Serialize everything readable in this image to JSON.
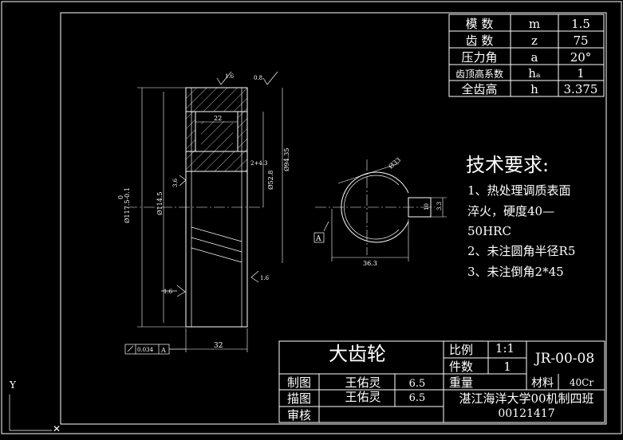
{
  "gear_params": [
    {
      "name": "模 数",
      "symbol": "m",
      "value": "1.5"
    },
    {
      "name": "齿 数",
      "symbol": "z",
      "value": "75"
    },
    {
      "name": "压力角",
      "symbol": "a",
      "value": "20°"
    },
    {
      "name": "齿顶高系数",
      "symbol": "hₐ",
      "value": "1"
    },
    {
      "name": "全齿高",
      "symbol": "h",
      "value": "3.375"
    }
  ],
  "tech_req": {
    "title": "技术要求:",
    "lines": [
      "1、热处理调质表面",
      "淬火，硬度40—",
      "50HRC",
      "2、未注圆角半径R5",
      "3、未注倒角2*45"
    ]
  },
  "title_block": {
    "part_name": "大齿轮",
    "scale_label": "比例",
    "scale_value": "1:1",
    "qty_label": "件数",
    "qty_value": "1",
    "weight_label": "重量",
    "drawing_no": "JR-00-08",
    "material_label": "材料",
    "material_value": "40Cr",
    "drafted_label": "制图",
    "drafted_name": "王佑灵",
    "drafted_date": "6.5",
    "traced_label": "描图",
    "traced_name": "王佑灵",
    "traced_date": "6.5",
    "review_label": "审核",
    "school": "湛江海洋大学00机制四班",
    "student_id": "00121417"
  },
  "dims": {
    "width_22": "22",
    "width_32": "32",
    "keyway_2_43": "2+4.3",
    "dia_114_5": "Ø114.5",
    "dia_117": "Ø117.5-0.1",
    "dia_upper_tol": "0",
    "dia_52_8": "Ø52.8",
    "dia_94_35": "Ø94.35",
    "dia_33": "Ø33",
    "dim_36_3": "36.3",
    "dim_3_3": "3.3",
    "dim_10": "10",
    "rough_1_6": "1.6",
    "rough_0_8": "0.8",
    "rough_3_6": "3.6",
    "tolerance_value": "0.034",
    "datum": "A",
    "axis_y": "Y"
  }
}
